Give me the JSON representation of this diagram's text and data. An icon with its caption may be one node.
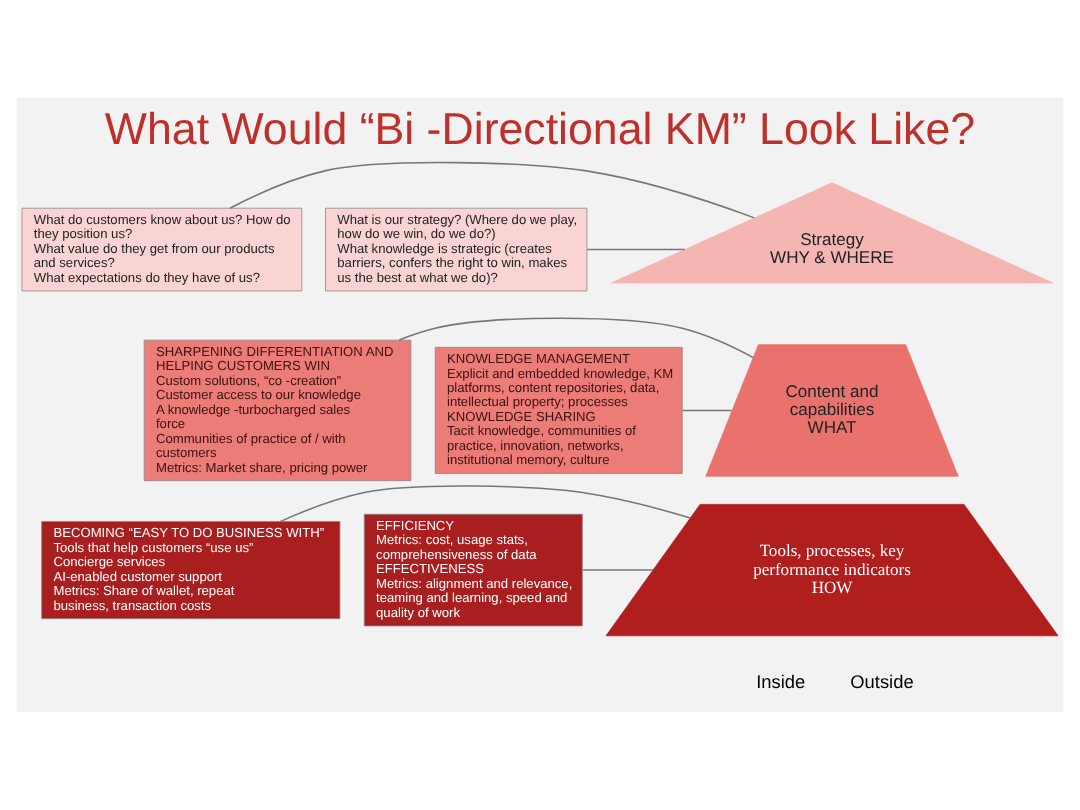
{
  "diagram": {
    "title": "What Would “Bi -Directional KM” Look Like?",
    "nodes": [
      {
        "text": [
          "Strategy",
          "WHY & WHERE"
        ]
      },
      {
        "text": [
          "Content and capabilities",
          "WHAT"
        ]
      },
      {
        "text": [
          "Tools, processes, key performance indicators",
          "HOW"
        ]
      },
      {
        "text": [
          "What is our strategy? (Where do we play, how do we win, do we do?)",
          "What knowledge is strategic (creates barriers, confers the right to win, makes us the best at what we do)?"
        ]
      },
      {
        "text": [
          "What do customers know about us? How do they position us?",
          "What value do they get from our products and services?",
          "What expectations do they have of us?"
        ]
      },
      {
        "text": [
          "KNOWLEDGE MANAGEMENT",
          "Explicit and embedded knowledge, KM platforms, content repositories, data, intellectual property; processes",
          "KNOWLEDGE SHARING",
          "Tacit knowledge, communities of practice, innovation, networks, institutional memory, culture"
        ]
      },
      {
        "text": [
          "SHARPENING DIFFERENTIATION AND HELPING CUSTOMERS WIN",
          "Custom solutions, “co -creation”",
          "Customer access to our knowledge",
          "A knowledge -turbocharged sales force",
          "Communities of practice of / with customers",
          "Metrics: Market share, pricing power"
        ]
      },
      {
        "text": [
          "EFFICIENCY",
          "Metrics: cost, usage stats, comprehensiveness of data",
          "EFFECTIVENESS",
          "Metrics: alignment and relevance, teaming and learning, speed and quality of work"
        ]
      },
      {
        "text": [
          "BECOMING “EASY TO DO BUSINESS WITH”",
          "Tools that help customers “use us”",
          "Concierge services",
          "AI-enabled customer support",
          "Metrics: Share of wallet, repeat business, transaction costs"
        ]
      }
    ],
    "edges": [
      {
        "from": 3,
        "to": 0,
        "arrow": "none"
      },
      {
        "from": 4,
        "to": 0,
        "arrow": "none"
      },
      {
        "from": 5,
        "to": 1,
        "arrow": "none"
      },
      {
        "from": 6,
        "to": 1,
        "arrow": "none"
      },
      {
        "from": 7,
        "to": 2,
        "arrow": "none"
      },
      {
        "from": 8,
        "to": 2,
        "arrow": "none"
      }
    ],
    "labels": [
      "Inside",
      "Outside"
    ]
  }
}
